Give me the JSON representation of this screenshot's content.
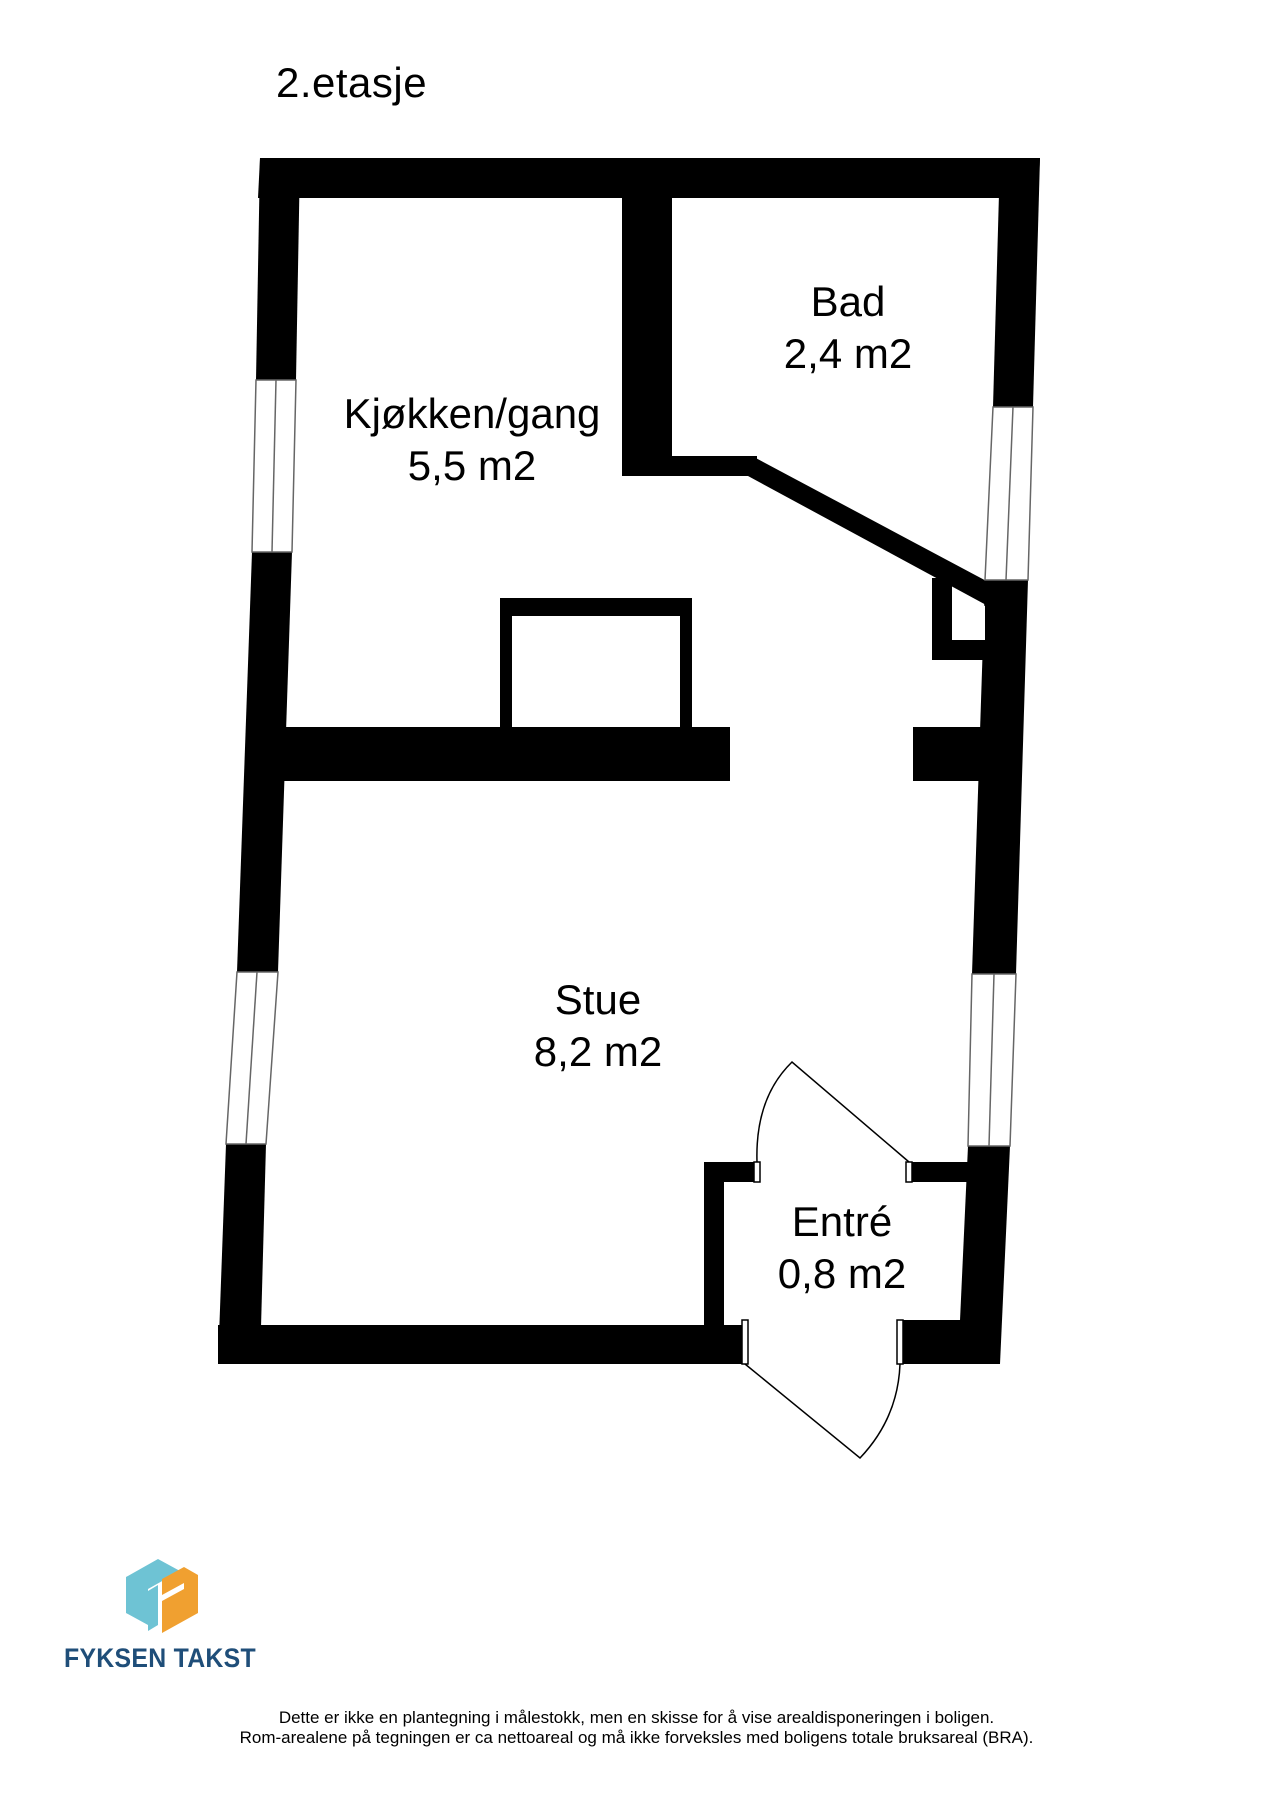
{
  "floor": {
    "title": "2.etasje"
  },
  "rooms": [
    {
      "name": "Kjøkken/gang",
      "area": "5,5 m2"
    },
    {
      "name": "Bad",
      "area": "2,4 m2"
    },
    {
      "name": "Stue",
      "area": "8,2 m2"
    },
    {
      "name": "Entré",
      "area": "0,8 m2"
    }
  ],
  "brand": {
    "name": "FYKSEN TAKST",
    "colors": {
      "text": "#1f4e79",
      "light": "#6ec3d4",
      "accent": "#f0a030"
    }
  },
  "disclaimer": {
    "line1": "Dette er ikke en plantegning i målestokk, men en skisse for å vise arealdisponeringen i boligen.",
    "line2": "Rom-arealene på tegningen er ca nettoareal og må ikke forveksles med boligens totale bruksareal (BRA)."
  },
  "colors": {
    "wall": "#000000",
    "window_line": "#666666",
    "background": "#ffffff"
  }
}
